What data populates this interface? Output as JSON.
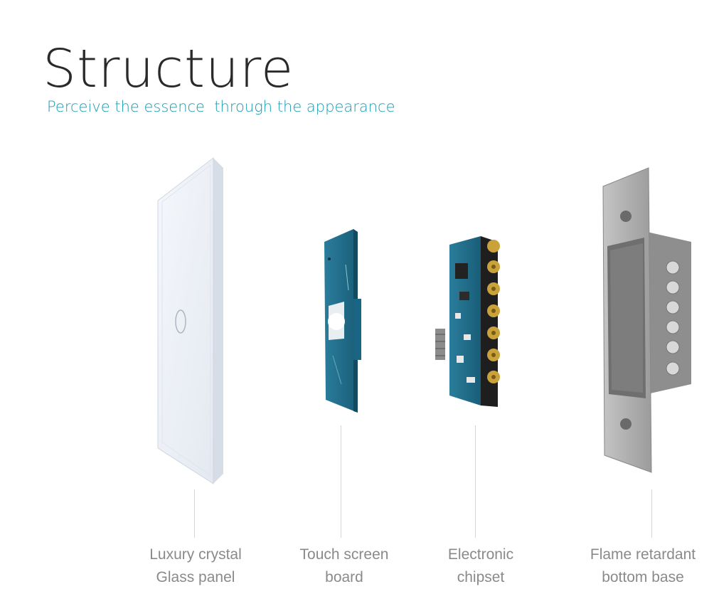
{
  "header": {
    "title": "Structure",
    "subtitle": "Perceive the essence  through the appearance"
  },
  "colors": {
    "title": "#2a2a2a",
    "subtitle": "#1e9ab0",
    "label": "#8a8a8a",
    "leader": "#d6d6d6",
    "pcb_blue": "#1f6f8f",
    "terminal_gold": "#c9a23a",
    "base_grey": "#a9a9a9"
  },
  "components": [
    {
      "id": "glass-panel",
      "line1": "Luxury crystal",
      "line2": "Glass panel"
    },
    {
      "id": "touch-board",
      "line1": "Touch screen",
      "line2": "board"
    },
    {
      "id": "chipset",
      "line1": "Electronic",
      "line2": "chipset"
    },
    {
      "id": "bottom-base",
      "line1": "Flame retardant",
      "line2": "bottom base"
    }
  ]
}
